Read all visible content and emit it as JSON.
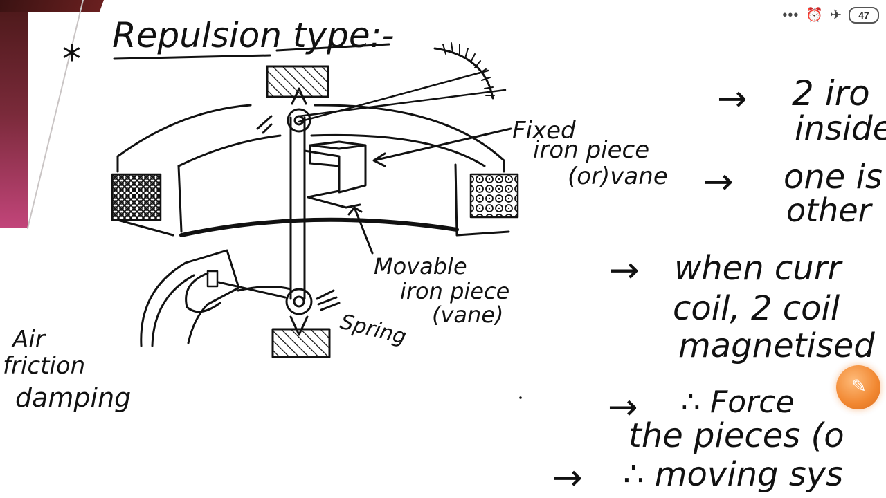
{
  "title": "Repulsion type:-",
  "bullet": "*",
  "labels": {
    "fixed_line1": "Fixed",
    "fixed_line2": "iron piece",
    "fixed_line3": "(or)vane",
    "movable_line1": "Movable",
    "movable_line2": "iron piece",
    "movable_line3": "(vane)",
    "spring": "Spring",
    "damping_line1": "Air",
    "damping_line2": "friction",
    "damping_line3": "damping"
  },
  "notes": [
    {
      "arrow": "→",
      "text": "2 iro"
    },
    {
      "arrow": "",
      "text": "inside"
    },
    {
      "arrow": "→",
      "text": "one is"
    },
    {
      "arrow": "",
      "text": "other"
    },
    {
      "arrow": "→",
      "text": "when curr"
    },
    {
      "arrow": "",
      "text": "coil, 2 coil"
    },
    {
      "arrow": "",
      "text": "magnetised"
    },
    {
      "arrow": "→",
      "text": "∴ Force"
    },
    {
      "arrow": "",
      "text": "the pieces (o"
    },
    {
      "arrow": "→",
      "text": "∴ moving sys"
    }
  ],
  "status": {
    "dots": "•••",
    "alarm_icon": "alarm-clock-icon",
    "airplane_icon": "airplane-icon",
    "battery": "47"
  },
  "fab_icon": "pen-icon"
}
